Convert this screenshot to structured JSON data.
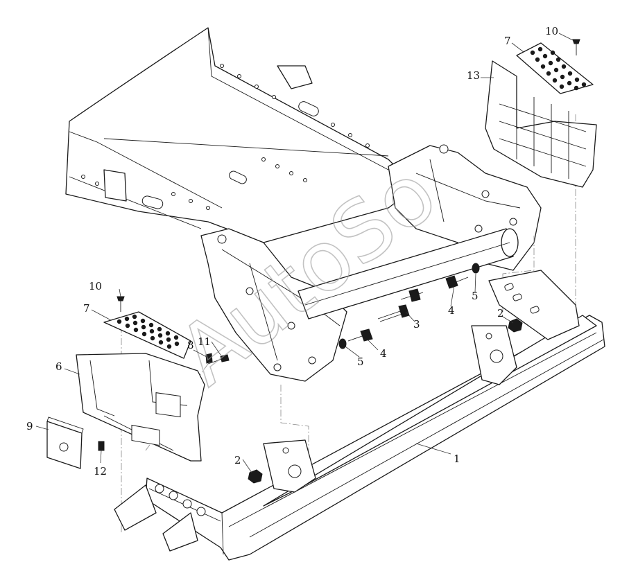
{
  "diagram": {
    "watermark": "AutoSo",
    "callouts": {
      "c1": "1",
      "c2a": "2",
      "c2b": "2",
      "c3": "3",
      "c4a": "4",
      "c4b": "4",
      "c5a": "5",
      "c5b": "5",
      "c6": "6",
      "c7a": "7",
      "c7b": "7",
      "c8": "8",
      "c9": "9",
      "c10a": "10",
      "c10b": "10",
      "c11": "11",
      "c12": "12",
      "c13": "13"
    }
  }
}
